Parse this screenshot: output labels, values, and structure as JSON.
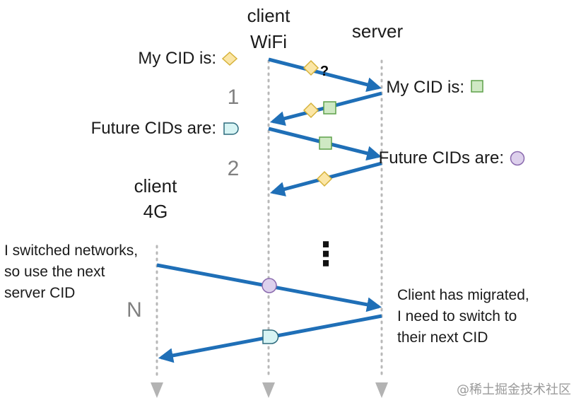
{
  "participants": {
    "client_wifi_line1": "client",
    "client_wifi_line2": "WiFi",
    "server": "server",
    "client_4g_line1": "client",
    "client_4g_line2": "4G"
  },
  "steps": {
    "step1": "1",
    "step2": "2",
    "stepN": "N"
  },
  "labels": {
    "client_my_cid": "My CID is:",
    "server_my_cid": "My CID is:",
    "client_future_cids": "Future CIDs are:",
    "server_future_cids": "Future CIDs are:",
    "question_mark": "?",
    "switched_line1": "I switched networks,",
    "switched_line2": "so use the next",
    "switched_line3": "server CID",
    "migrated_line1": "Client has migrated,",
    "migrated_line2": "I need to switch to",
    "migrated_line3": "their next CID"
  },
  "continuation": "⋮",
  "watermark": "@稀土掘金技术社区",
  "colors": {
    "arrow": "#1f6fb7",
    "diamond_fill": "#fbe6a6",
    "diamond_stroke": "#d6b23a",
    "square_fill": "#cfe9c4",
    "square_stroke": "#5ea14a",
    "circle_fill": "#ddd0ec",
    "circle_stroke": "#8a6aae",
    "dshape_fill": "#d7f4f4",
    "dshape_stroke": "#2d6b7d",
    "lifeline": "#b8b8b8"
  },
  "icons": {
    "diamond": "diamond-cid-icon",
    "square": "square-cid-icon",
    "circle": "circle-cid-icon",
    "dshape": "d-shape-cid-icon"
  }
}
